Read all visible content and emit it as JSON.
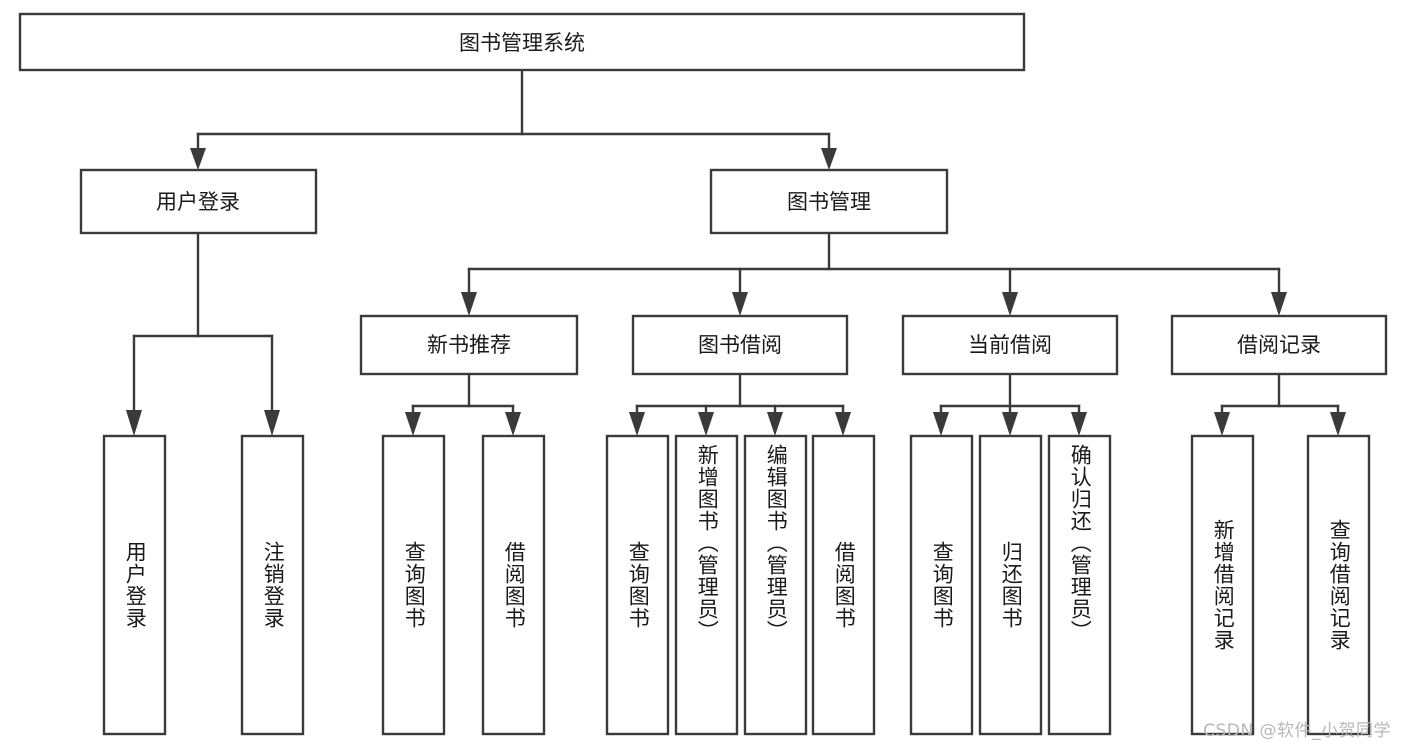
{
  "diagram": {
    "title": "图书管理系统",
    "type": "tree",
    "style": {
      "box_fill": "#ffffff",
      "box_stroke": "#3a3a3a",
      "text_color": "#1a1a1a",
      "background": "#ffffff",
      "watermark_color": "#b8b8b8"
    },
    "root": {
      "label": "图书管理系统"
    },
    "level2": [
      {
        "label": "用户登录"
      },
      {
        "label": "图书管理"
      }
    ],
    "level3": [
      {
        "label": "新书推荐"
      },
      {
        "label": "图书借阅"
      },
      {
        "label": "当前借阅"
      },
      {
        "label": "借阅记录"
      }
    ],
    "leaves": {
      "user_login": [
        {
          "label": "用户登录"
        },
        {
          "label": "注销登录"
        }
      ],
      "new_book_recommend": [
        {
          "label": "查询图书"
        },
        {
          "label": "借阅图书"
        }
      ],
      "book_borrow": [
        {
          "label": "查询图书"
        },
        {
          "label": "新增图书（管理员）"
        },
        {
          "label": "编辑图书（管理员）"
        },
        {
          "label": "借阅图书"
        }
      ],
      "current_borrow": [
        {
          "label": "查询图书"
        },
        {
          "label": "归还图书"
        },
        {
          "label": "确认归还（管理员）"
        }
      ],
      "borrow_record": [
        {
          "label": "新增借阅记录"
        },
        {
          "label": "查询借阅记录"
        }
      ]
    },
    "edges": [
      {
        "from": "图书管理系统",
        "to": "用户登录"
      },
      {
        "from": "图书管理系统",
        "to": "图书管理"
      },
      {
        "from": "用户登录",
        "to": "用户登录"
      },
      {
        "from": "用户登录",
        "to": "注销登录"
      },
      {
        "from": "图书管理",
        "to": "新书推荐"
      },
      {
        "from": "图书管理",
        "to": "图书借阅"
      },
      {
        "from": "图书管理",
        "to": "当前借阅"
      },
      {
        "from": "图书管理",
        "to": "借阅记录"
      },
      {
        "from": "新书推荐",
        "to": "查询图书"
      },
      {
        "from": "新书推荐",
        "to": "借阅图书"
      },
      {
        "from": "图书借阅",
        "to": "查询图书"
      },
      {
        "from": "图书借阅",
        "to": "新增图书（管理员）"
      },
      {
        "from": "图书借阅",
        "to": "编辑图书（管理员）"
      },
      {
        "from": "图书借阅",
        "to": "借阅图书"
      },
      {
        "from": "当前借阅",
        "to": "查询图书"
      },
      {
        "from": "当前借阅",
        "to": "归还图书"
      },
      {
        "from": "当前借阅",
        "to": "确认归还（管理员）"
      },
      {
        "from": "借阅记录",
        "to": "新增借阅记录"
      },
      {
        "from": "借阅记录",
        "to": "查询借阅记录"
      }
    ]
  },
  "watermark": {
    "text": "CSDN @软件_小贺同学"
  }
}
